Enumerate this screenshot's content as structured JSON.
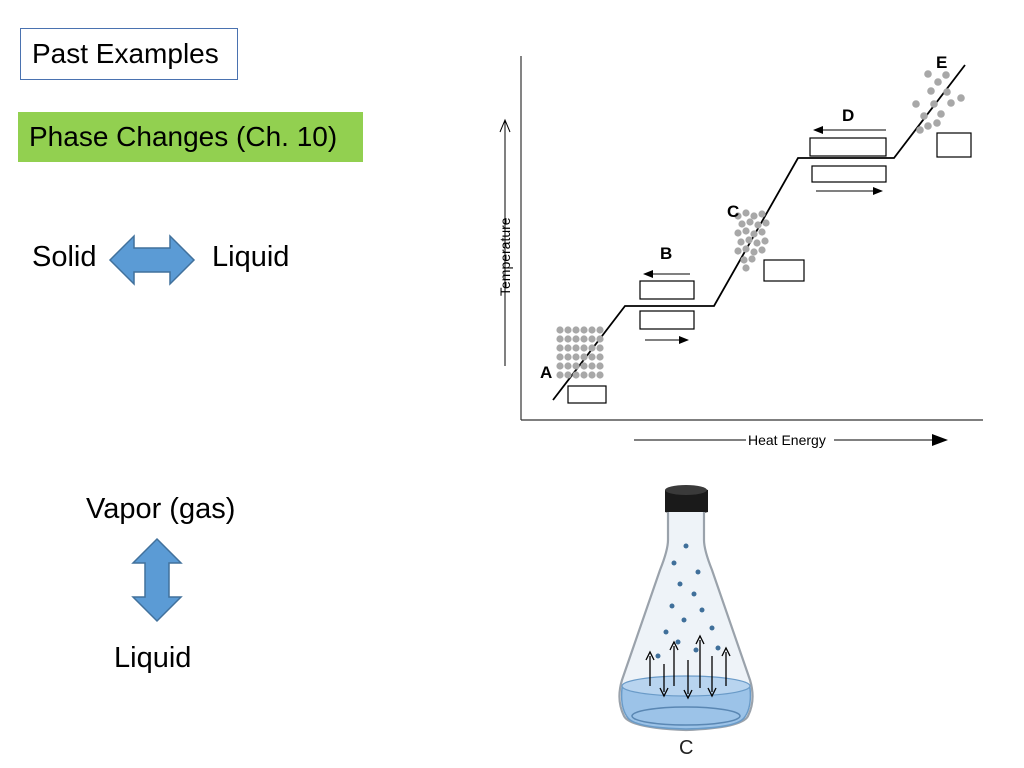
{
  "slide": {
    "title": "Past Examples",
    "subtitle": "Phase Changes (Ch. 10)",
    "solid_label": "Solid",
    "liquid_label_1": "Liquid",
    "vapor_label": "Vapor (gas)",
    "liquid_label_2": "Liquid"
  },
  "heating_curve": {
    "y_axis_label": "Temperature",
    "x_axis_label": "Heat Energy",
    "point_a": "A",
    "point_b": "B",
    "point_c": "C",
    "point_d": "D",
    "point_e": "E"
  },
  "flask": {
    "label": "C"
  },
  "colors": {
    "arrow_fill": "#5b9bd5",
    "subtitle_bg": "#92d050",
    "title_border": "#4a72b0"
  }
}
